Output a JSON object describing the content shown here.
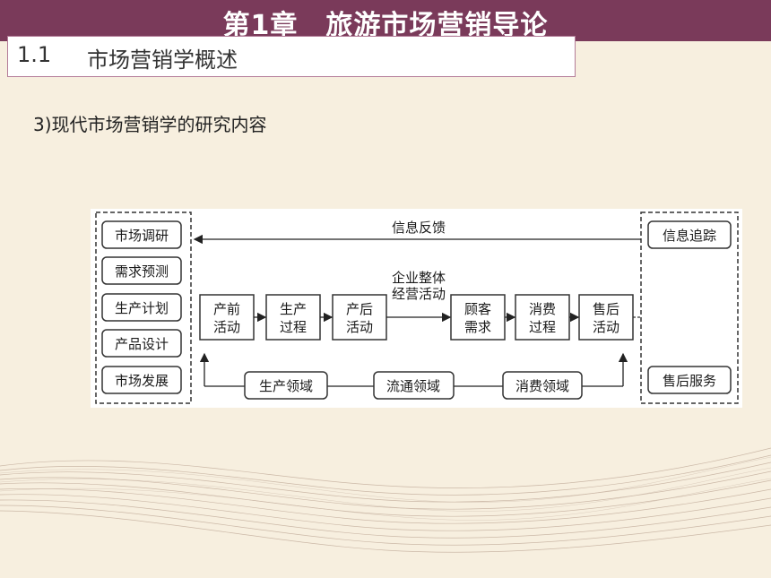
{
  "header": {
    "chapter_title": "第1章　旅游市场营销导论",
    "section_number": "1.1",
    "section_title": "市场营销学概述"
  },
  "subtitle": "3)现代市场营销学的研究内容",
  "diagram": {
    "left_items": [
      "市场调研",
      "需求预测",
      "生产计划",
      "产品设计",
      "市场发展"
    ],
    "feedback_label": "信息反馈",
    "right_top": "信息追踪",
    "right_bottom": "售后服务",
    "process_boxes": [
      [
        "产前",
        "活动"
      ],
      [
        "生产",
        "过程"
      ],
      [
        "产后",
        "活动"
      ],
      [
        "顾客",
        "需求"
      ],
      [
        "消费",
        "过程"
      ],
      [
        "售后",
        "活动"
      ]
    ],
    "center_label": [
      "企业整体",
      "经营活动"
    ],
    "domains": [
      "生产领域",
      "流通领域",
      "消费领域"
    ]
  }
}
